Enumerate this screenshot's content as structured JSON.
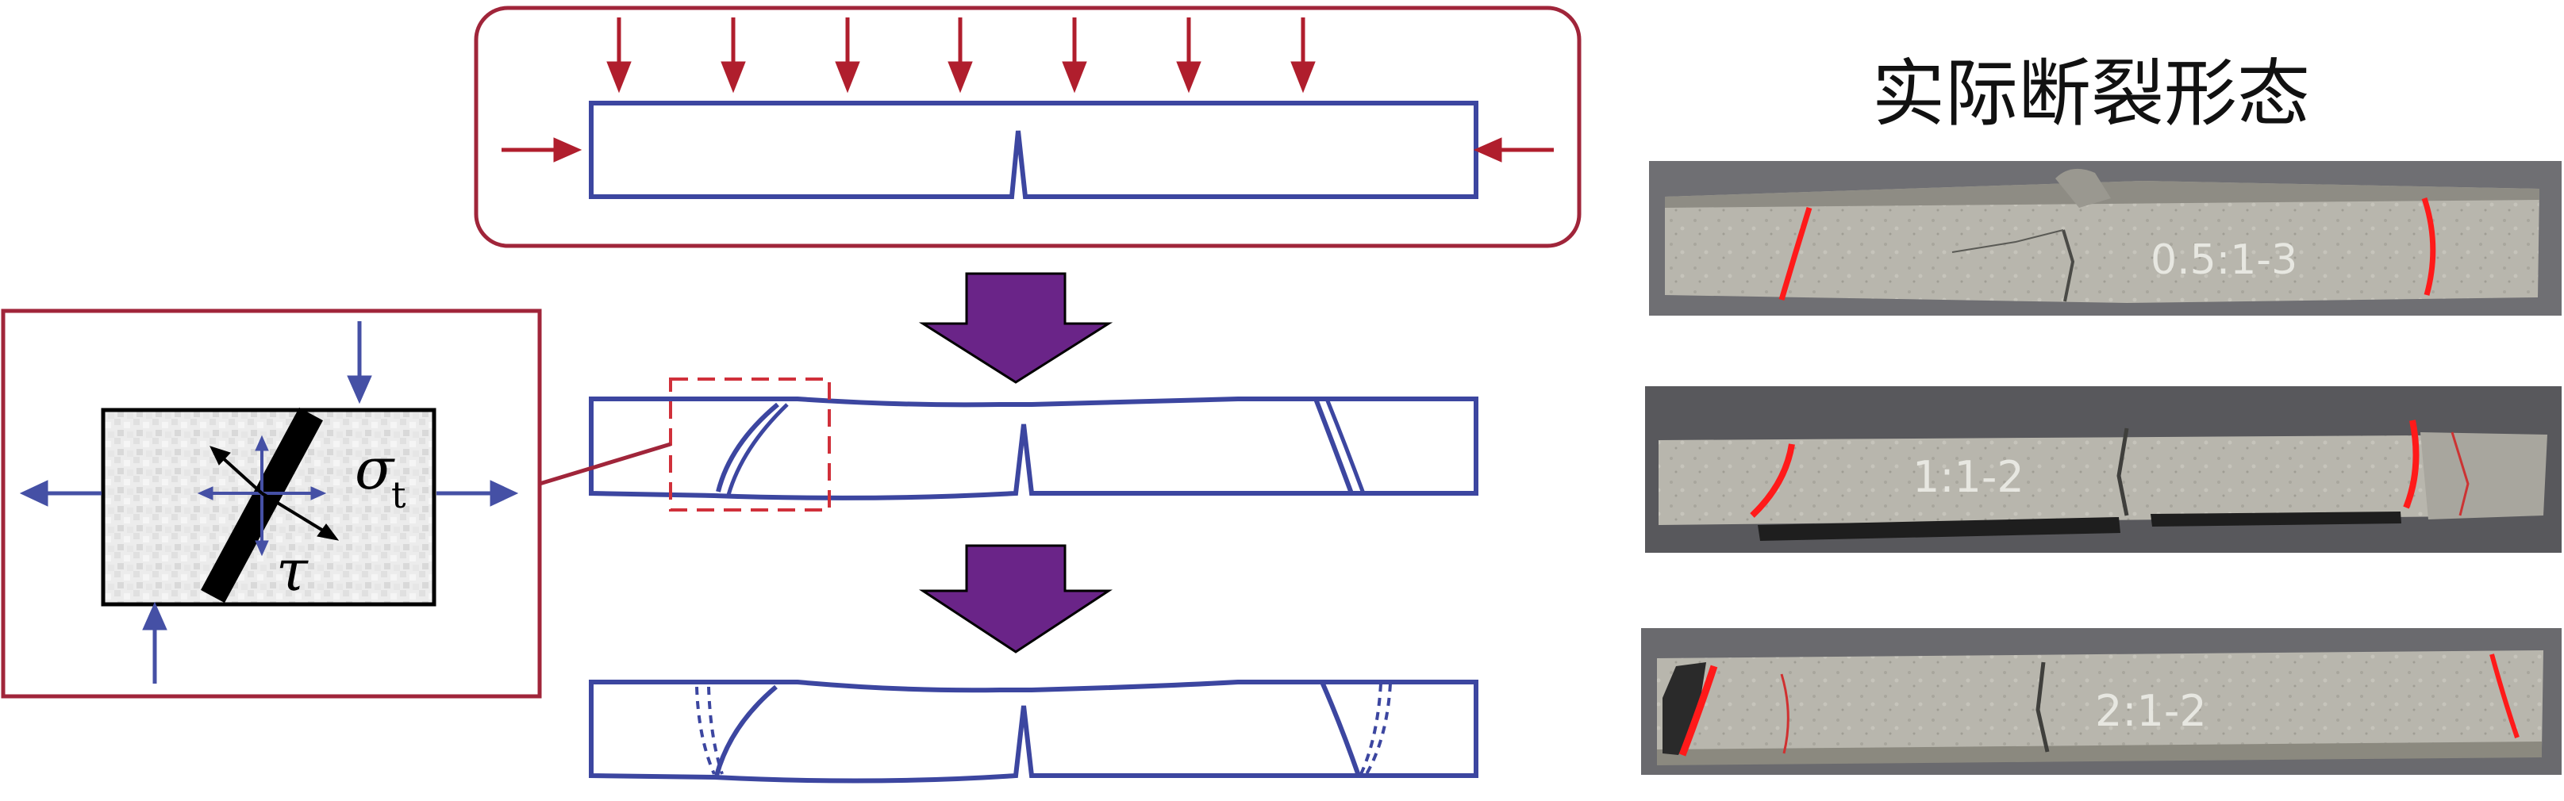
{
  "title": "实际断裂形态",
  "symbols": {
    "sigma": "σ",
    "sigma_sub": "t",
    "tau": "τ"
  },
  "photos": [
    {
      "label": "0.5:1-3"
    },
    {
      "label": "1:1-2"
    },
    {
      "label": "2:1-2"
    }
  ],
  "colors": {
    "beam_outline": "#3c46a0",
    "load_arrow": "#b01e2d",
    "frame": "#a0253a",
    "process_arrow": "#6a2488",
    "crack_marker": "#ff1a1a",
    "stress_arrow": "#4550a5"
  }
}
